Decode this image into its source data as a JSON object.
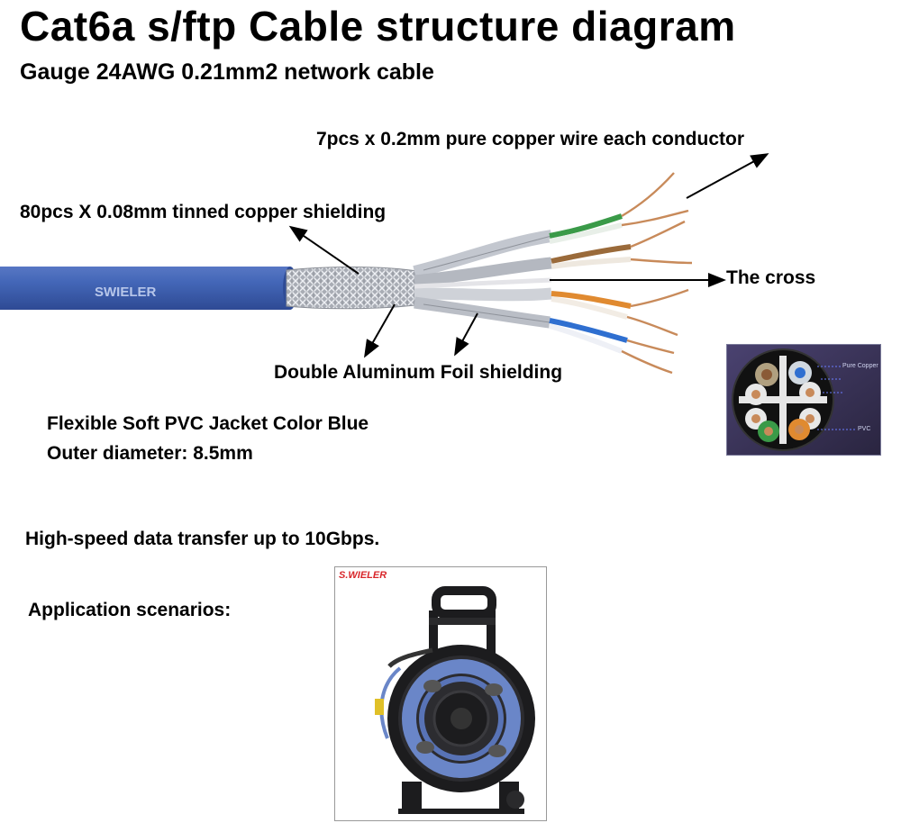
{
  "title": "Cat6a s/ftp Cable structure diagram",
  "subtitle": "Gauge 24AWG 0.21mm2 network cable",
  "labels": {
    "conductor": "7pcs x 0.2mm pure copper wire each conductor",
    "shielding": "80pcs X 0.08mm tinned copper shielding",
    "cross": "The cross",
    "foil": "Double Aluminum Foil shielding",
    "jacket": "Flexible Soft PVC Jacket Color Blue",
    "diameter": "Outer diameter: 8.5mm",
    "speed": "High-speed data transfer up to 10Gbps.",
    "application": "Application scenarios:"
  },
  "cable_print": "SWIELER",
  "cross_section_tags": [
    "Pure Copper",
    "PVC"
  ],
  "reel_brand": "S.WIELER",
  "colors": {
    "jacket_blue": "#3e5fb0",
    "pair_green": "#3a9a48",
    "pair_brown": "#9a6a3a",
    "pair_orange": "#e08a30",
    "pair_blue": "#2f6fd0",
    "copper": "#c88a5a",
    "shield_silver": "#b8bcc4",
    "cross_section_bg": "#3b3558",
    "reel_black": "#1c1c1e",
    "reel_cable_blue": "#6a86c8",
    "brand_red": "#d8262a"
  }
}
